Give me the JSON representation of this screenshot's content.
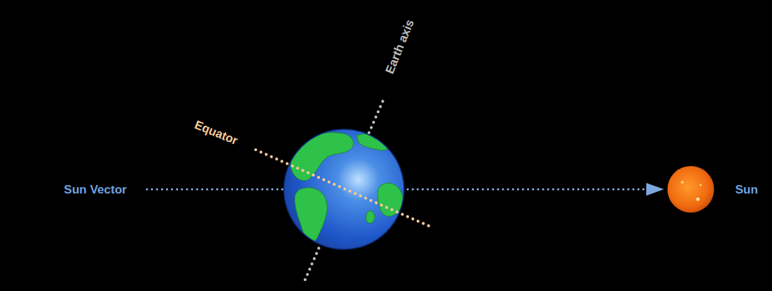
{
  "diagram": {
    "labels": [
      "Sun Vector",
      "Equator",
      "Earth axis",
      "Sun"
    ]
  }
}
